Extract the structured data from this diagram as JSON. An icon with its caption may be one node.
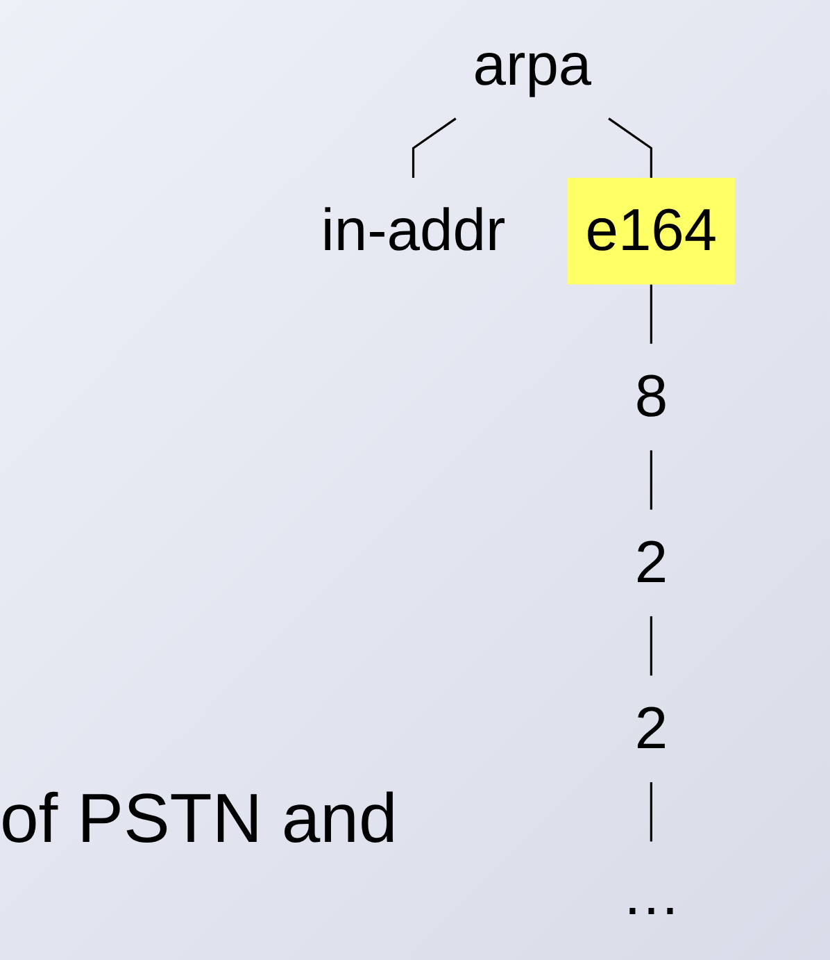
{
  "diagram": {
    "nodes": [
      {
        "text": [
          "arpa"
        ]
      },
      {
        "text": [
          "in-addr"
        ]
      },
      {
        "text": [
          "e164"
        ]
      },
      {
        "text": [
          "8"
        ]
      },
      {
        "text": [
          "2"
        ]
      },
      {
        "text": [
          "2"
        ]
      },
      {
        "text": [
          "…"
        ]
      }
    ],
    "edges": [
      {
        "from": 0,
        "to": 1,
        "arrow": "none"
      },
      {
        "from": 0,
        "to": 2,
        "arrow": "none"
      },
      {
        "from": 2,
        "to": 3,
        "arrow": "none"
      },
      {
        "from": 3,
        "to": 4,
        "arrow": "none"
      },
      {
        "from": 4,
        "to": 5,
        "arrow": "none"
      },
      {
        "from": 5,
        "to": 6,
        "arrow": "none"
      }
    ],
    "labels": [
      "of PSTN and"
    ]
  }
}
